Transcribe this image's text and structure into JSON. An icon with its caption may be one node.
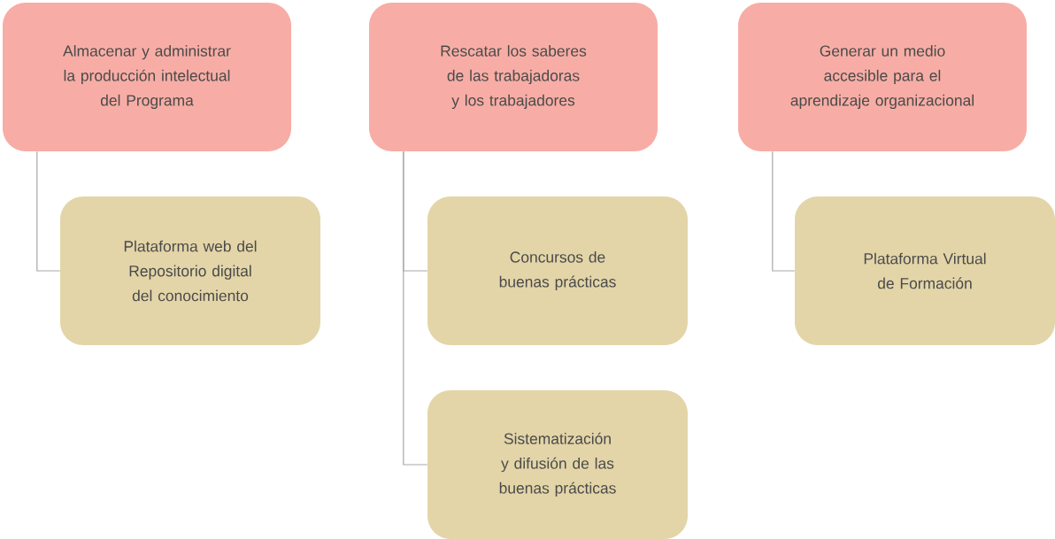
{
  "diagram": {
    "nodes": [
      {
        "text": [
          "Almacenar y administrar la producción intelectual del Programa"
        ]
      },
      {
        "text": [
          "Plataforma web del Repositorio digital del conocimiento"
        ]
      },
      {
        "text": [
          "Rescatar los saberes de las trabajadoras y los trabajadores"
        ]
      },
      {
        "text": [
          "Concursos de buenas prácticas"
        ]
      },
      {
        "text": [
          "Sistematización y difusión de las buenas prácticas"
        ]
      },
      {
        "text": [
          "Generar un medio accesible para el aprendizaje organizacional"
        ]
      },
      {
        "text": [
          "Plataforma Virtual de Formación"
        ]
      }
    ],
    "edges": [
      {
        "from": 0,
        "to": 1,
        "arrow": "none"
      },
      {
        "from": 2,
        "to": 3,
        "arrow": "none"
      },
      {
        "from": 2,
        "to": 4,
        "arrow": "none"
      },
      {
        "from": 5,
        "to": 6,
        "arrow": "none"
      }
    ]
  }
}
